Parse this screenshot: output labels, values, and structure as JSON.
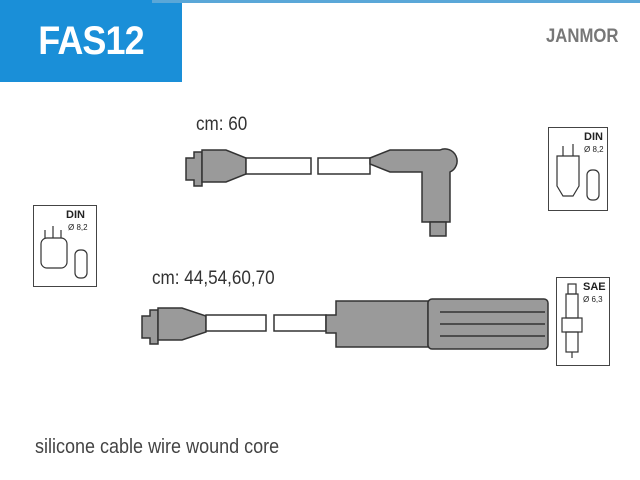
{
  "header": {
    "part_number": "FAS12",
    "brand": "JANMOR"
  },
  "cables": [
    {
      "length_label": "cm: 60"
    },
    {
      "length_label": "cm: 44,54,60,70"
    }
  ],
  "connectors": {
    "left": {
      "type": "DIN",
      "diameter": "Ø 8,2",
      "icon": "distributor-cap-icon"
    },
    "right_top": {
      "type": "DIN",
      "diameter": "Ø 8,2",
      "icon": "ignition-coil-icon"
    },
    "right_bottom": {
      "type": "SAE",
      "diameter": "Ø 6,3",
      "icon": "spark-plug-icon"
    }
  },
  "footer": {
    "description": "silicone cable wire wound core"
  },
  "colors": {
    "accent": "#1a8fd8",
    "line": "#5aa7d8",
    "cable_fill": "#9a9a9a"
  }
}
